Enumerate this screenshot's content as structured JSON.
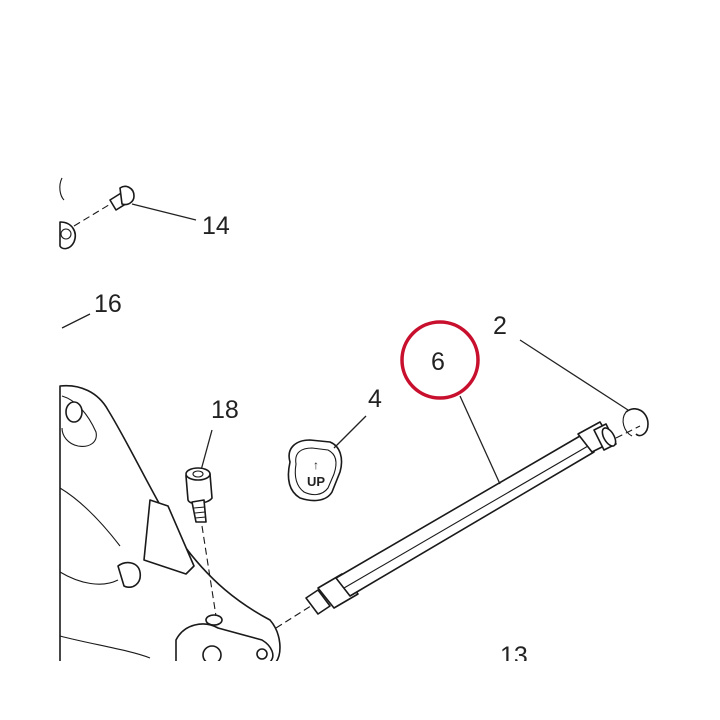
{
  "diagram": {
    "callouts": {
      "c14": "14",
      "c16": "16",
      "c2": "2",
      "c6": "6",
      "c4": "4",
      "c18": "18",
      "c13": "13"
    },
    "highlight": {
      "target": "6",
      "color": "#c8102e"
    },
    "cover_text": {
      "arrow": "↑",
      "word": "UP"
    }
  }
}
